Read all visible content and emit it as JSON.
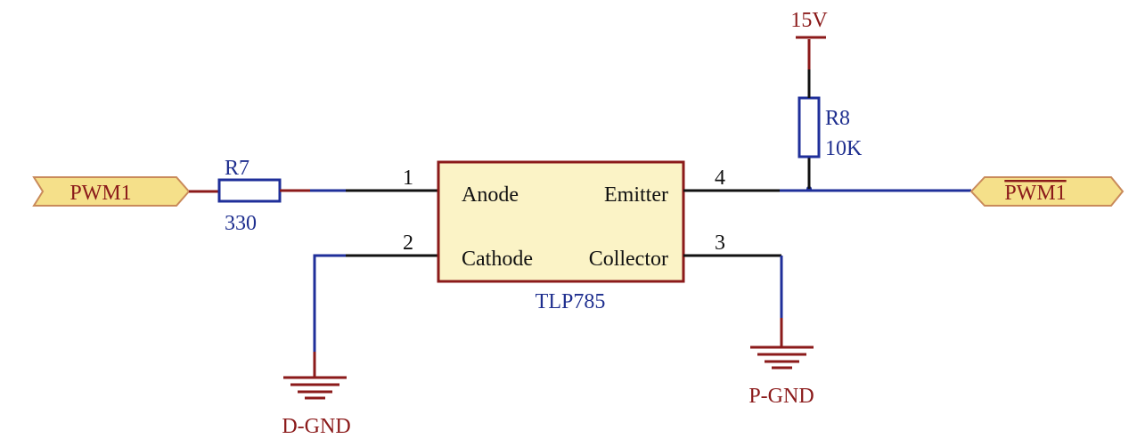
{
  "colors": {
    "component_red": "#8b1a1a",
    "wire_blue": "#1f2f9a",
    "wire_black": "#111111",
    "ic_fill": "#fbf3c6",
    "port_fill": "#f5e08a"
  },
  "ports": {
    "left": "PWM1",
    "right": "PWM1"
  },
  "resistors": {
    "r7": {
      "designator": "R7",
      "value": "330"
    },
    "r8": {
      "designator": "R8",
      "value": "10K"
    }
  },
  "ic": {
    "name": "TLP785",
    "pins": {
      "anode_num": "1",
      "cathode_num": "2",
      "collector_num": "3",
      "emitter_num": "4",
      "anode": "Anode",
      "cathode": "Cathode",
      "collector": "Collector",
      "emitter": "Emitter"
    }
  },
  "power": {
    "vcc": "15V",
    "dgnd": "D-GND",
    "pgnd": "P-GND"
  }
}
